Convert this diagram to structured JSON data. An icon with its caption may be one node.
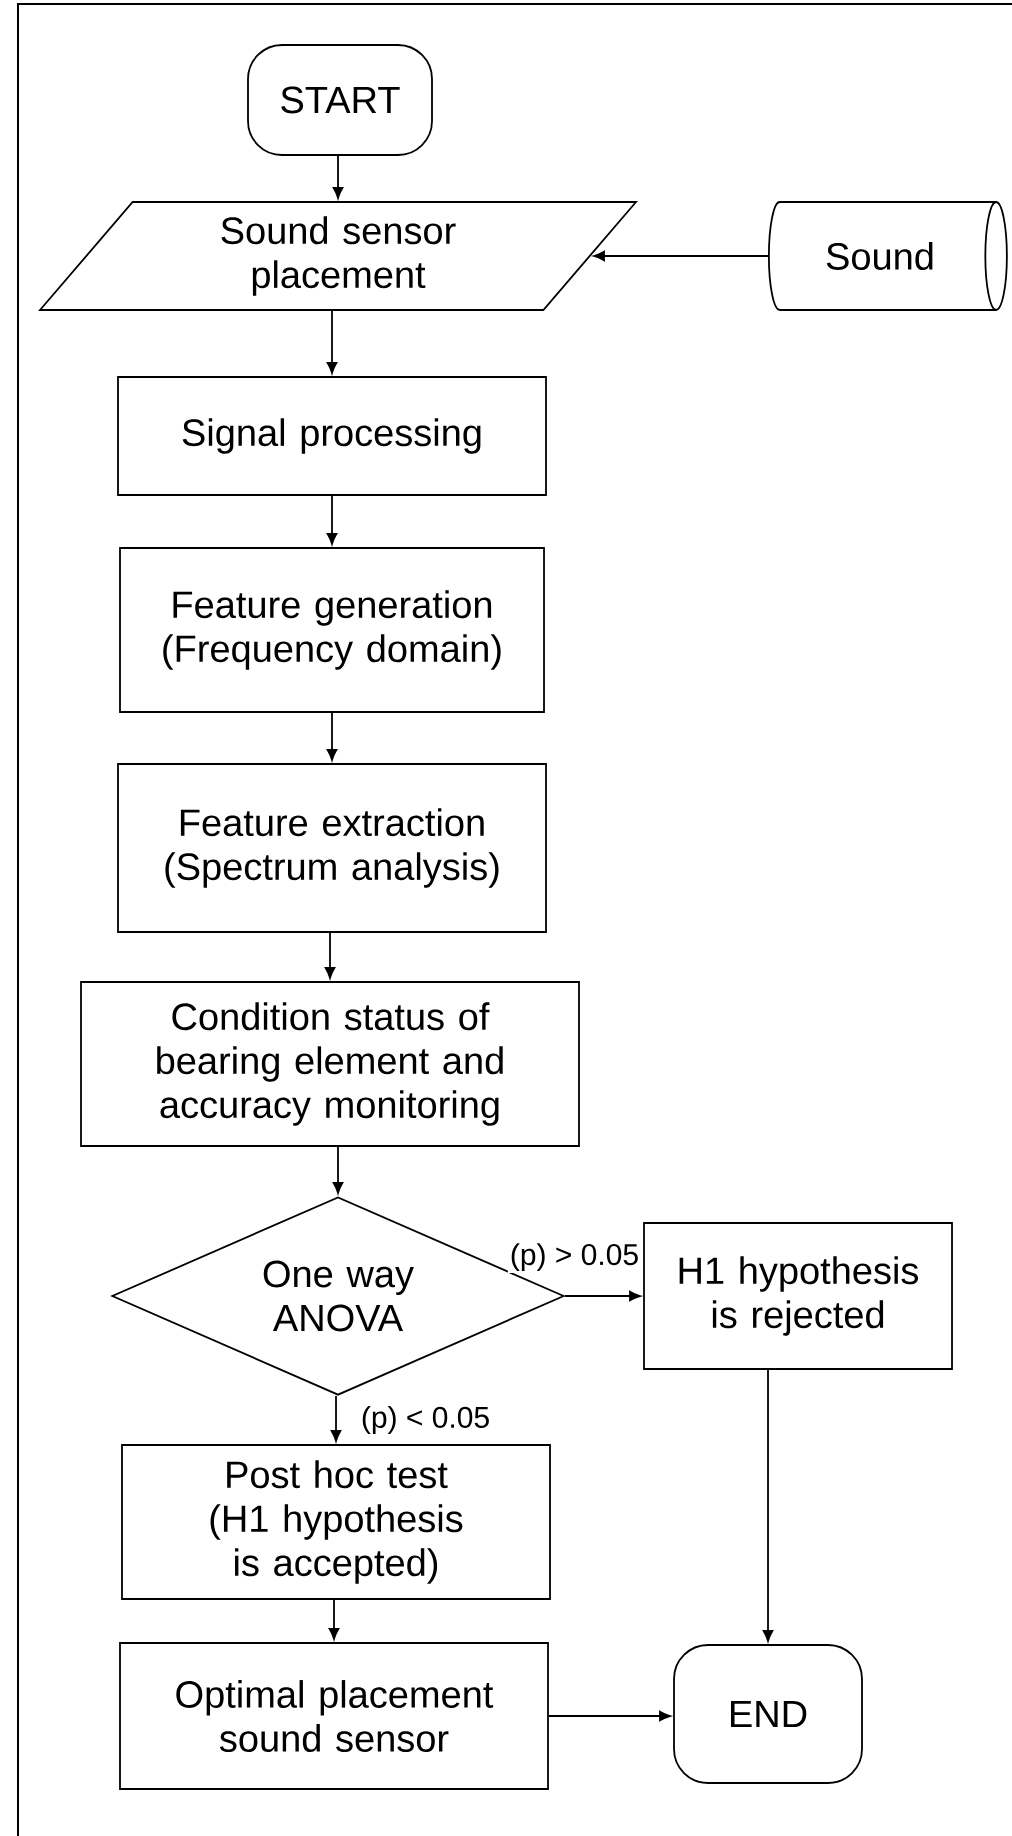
{
  "diagram": {
    "nodes": [
      {
        "text": [
          "START"
        ]
      },
      {
        "text": [
          "Sound sensor placement"
        ]
      },
      {
        "text": [
          "Sound"
        ]
      },
      {
        "text": [
          "Signal processing"
        ]
      },
      {
        "text": [
          "Feature generation",
          "(Frequency domain)"
        ]
      },
      {
        "text": [
          "Feature extraction",
          "(Spectrum analysis)"
        ]
      },
      {
        "text": [
          "Condition status of bearing element and accuracy monitoring"
        ]
      },
      {
        "text": [
          "One way ANOVA"
        ]
      },
      {
        "text": [
          "H1 hypothesis is rejected"
        ]
      },
      {
        "text": [
          "Post hoc test",
          "(H1 hypothesis is accepted)"
        ]
      },
      {
        "text": [
          "Optimal placement sound sensor"
        ]
      },
      {
        "text": [
          "END"
        ]
      }
    ],
    "edges": [
      {
        "from": 0,
        "to": 1,
        "arrow": "to"
      },
      {
        "from": 2,
        "to": 1,
        "arrow": "to"
      },
      {
        "from": 1,
        "to": 3,
        "arrow": "to"
      },
      {
        "from": 3,
        "to": 4,
        "arrow": "to"
      },
      {
        "from": 4,
        "to": 5,
        "arrow": "to"
      },
      {
        "from": 5,
        "to": 6,
        "arrow": "to"
      },
      {
        "from": 6,
        "to": 7,
        "arrow": "to"
      },
      {
        "from": 7,
        "to": 8,
        "arrow": "to",
        "label": "(p) > 0.05"
      },
      {
        "from": 7,
        "to": 9,
        "arrow": "to",
        "label": "(p) < 0.05"
      },
      {
        "from": 9,
        "to": 10,
        "arrow": "to"
      },
      {
        "from": 8,
        "to": 11,
        "arrow": "to"
      },
      {
        "from": 10,
        "to": 11,
        "arrow": "to"
      }
    ]
  }
}
